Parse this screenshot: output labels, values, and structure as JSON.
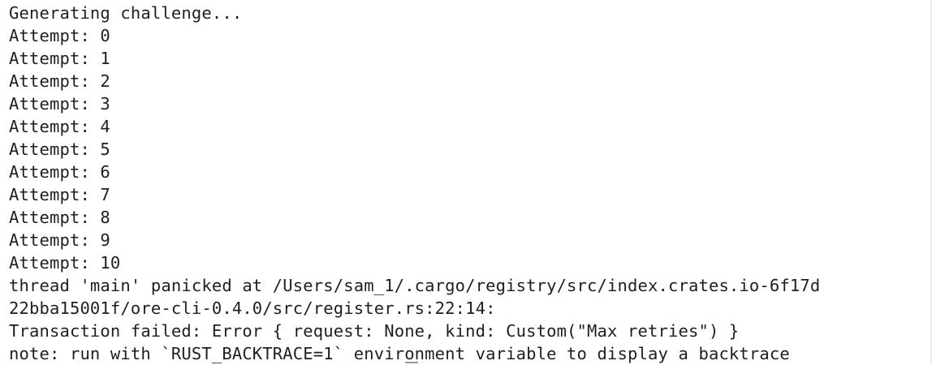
{
  "terminal": {
    "lines": [
      "Generating challenge...",
      "Attempt: 0",
      "Attempt: 1",
      "Attempt: 2",
      "Attempt: 3",
      "Attempt: 4",
      "Attempt: 5",
      "Attempt: 6",
      "Attempt: 7",
      "Attempt: 8",
      "Attempt: 9",
      "Attempt: 10",
      "thread 'main' panicked at /Users/sam_1/.cargo/registry/src/index.crates.io-6f17d",
      "22bba15001f/ore-cli-0.4.0/src/register.rs:22:14:",
      "Transaction failed: Error { request: None, kind: Custom(\"Max retries\") }",
      "note: run with `RUST_BACKTRACE=1` environment variable to display a backtrace"
    ],
    "colors": {
      "background": "#ffffff",
      "text": "#1f1f1f",
      "cursor": "#9a9a9a"
    }
  }
}
